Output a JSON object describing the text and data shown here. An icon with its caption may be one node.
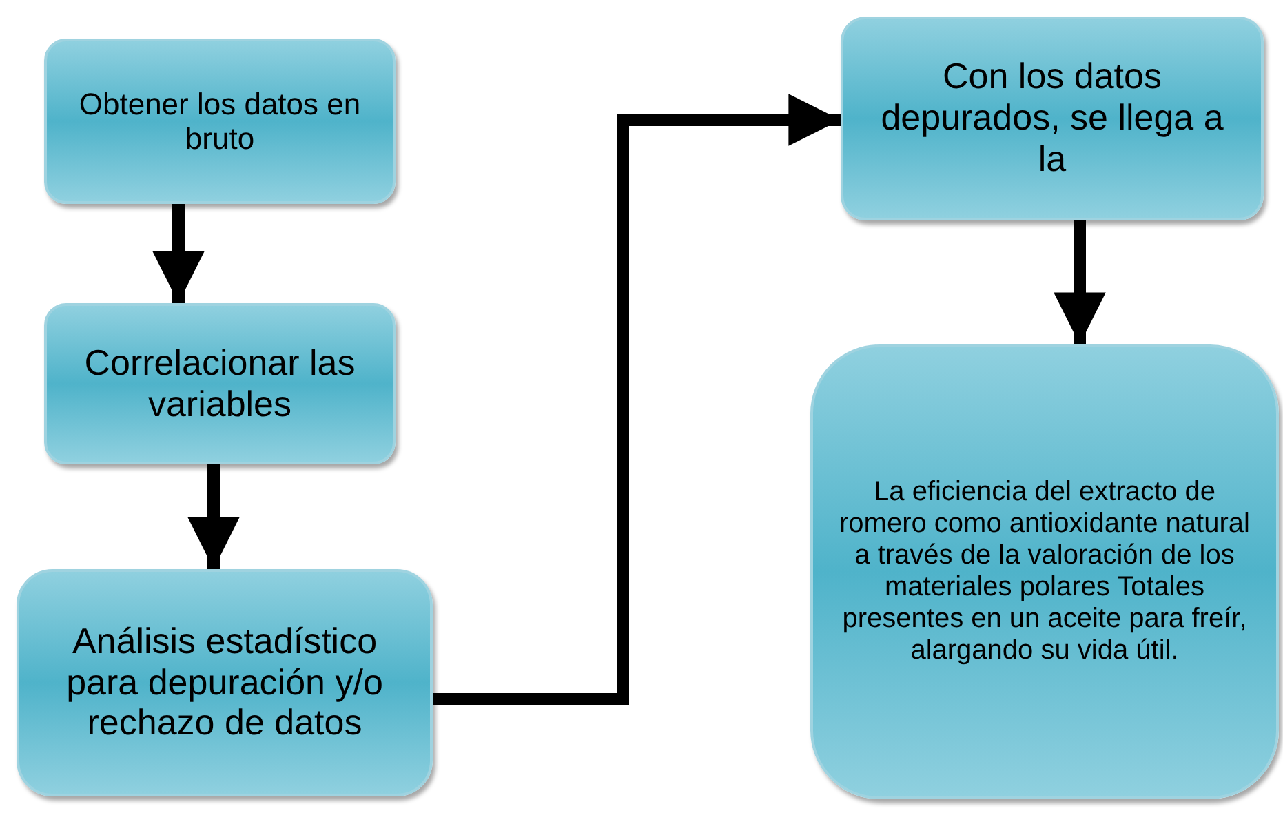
{
  "diagram": {
    "nodes": [
      {
        "text": [
          "Obtener los datos en bruto"
        ]
      },
      {
        "text": [
          "Correlacionar las variables"
        ]
      },
      {
        "text": [
          "Análisis estadístico para depuración y/o rechazo de datos"
        ]
      },
      {
        "text": [
          "Con los datos depurados, se llega a la"
        ]
      },
      {
        "text": [
          "La eficiencia del extracto de romero como antioxidante natural a través de la valoración de los materiales polares Totales presentes en un aceite para freír, alargando  su vida útil."
        ]
      }
    ],
    "edges": [
      {
        "from": 0,
        "to": 1,
        "arrow": "to"
      },
      {
        "from": 1,
        "to": 2,
        "arrow": "to"
      },
      {
        "from": 2,
        "to": 3,
        "arrow": "to"
      },
      {
        "from": 3,
        "to": 4,
        "arrow": "to"
      }
    ]
  }
}
